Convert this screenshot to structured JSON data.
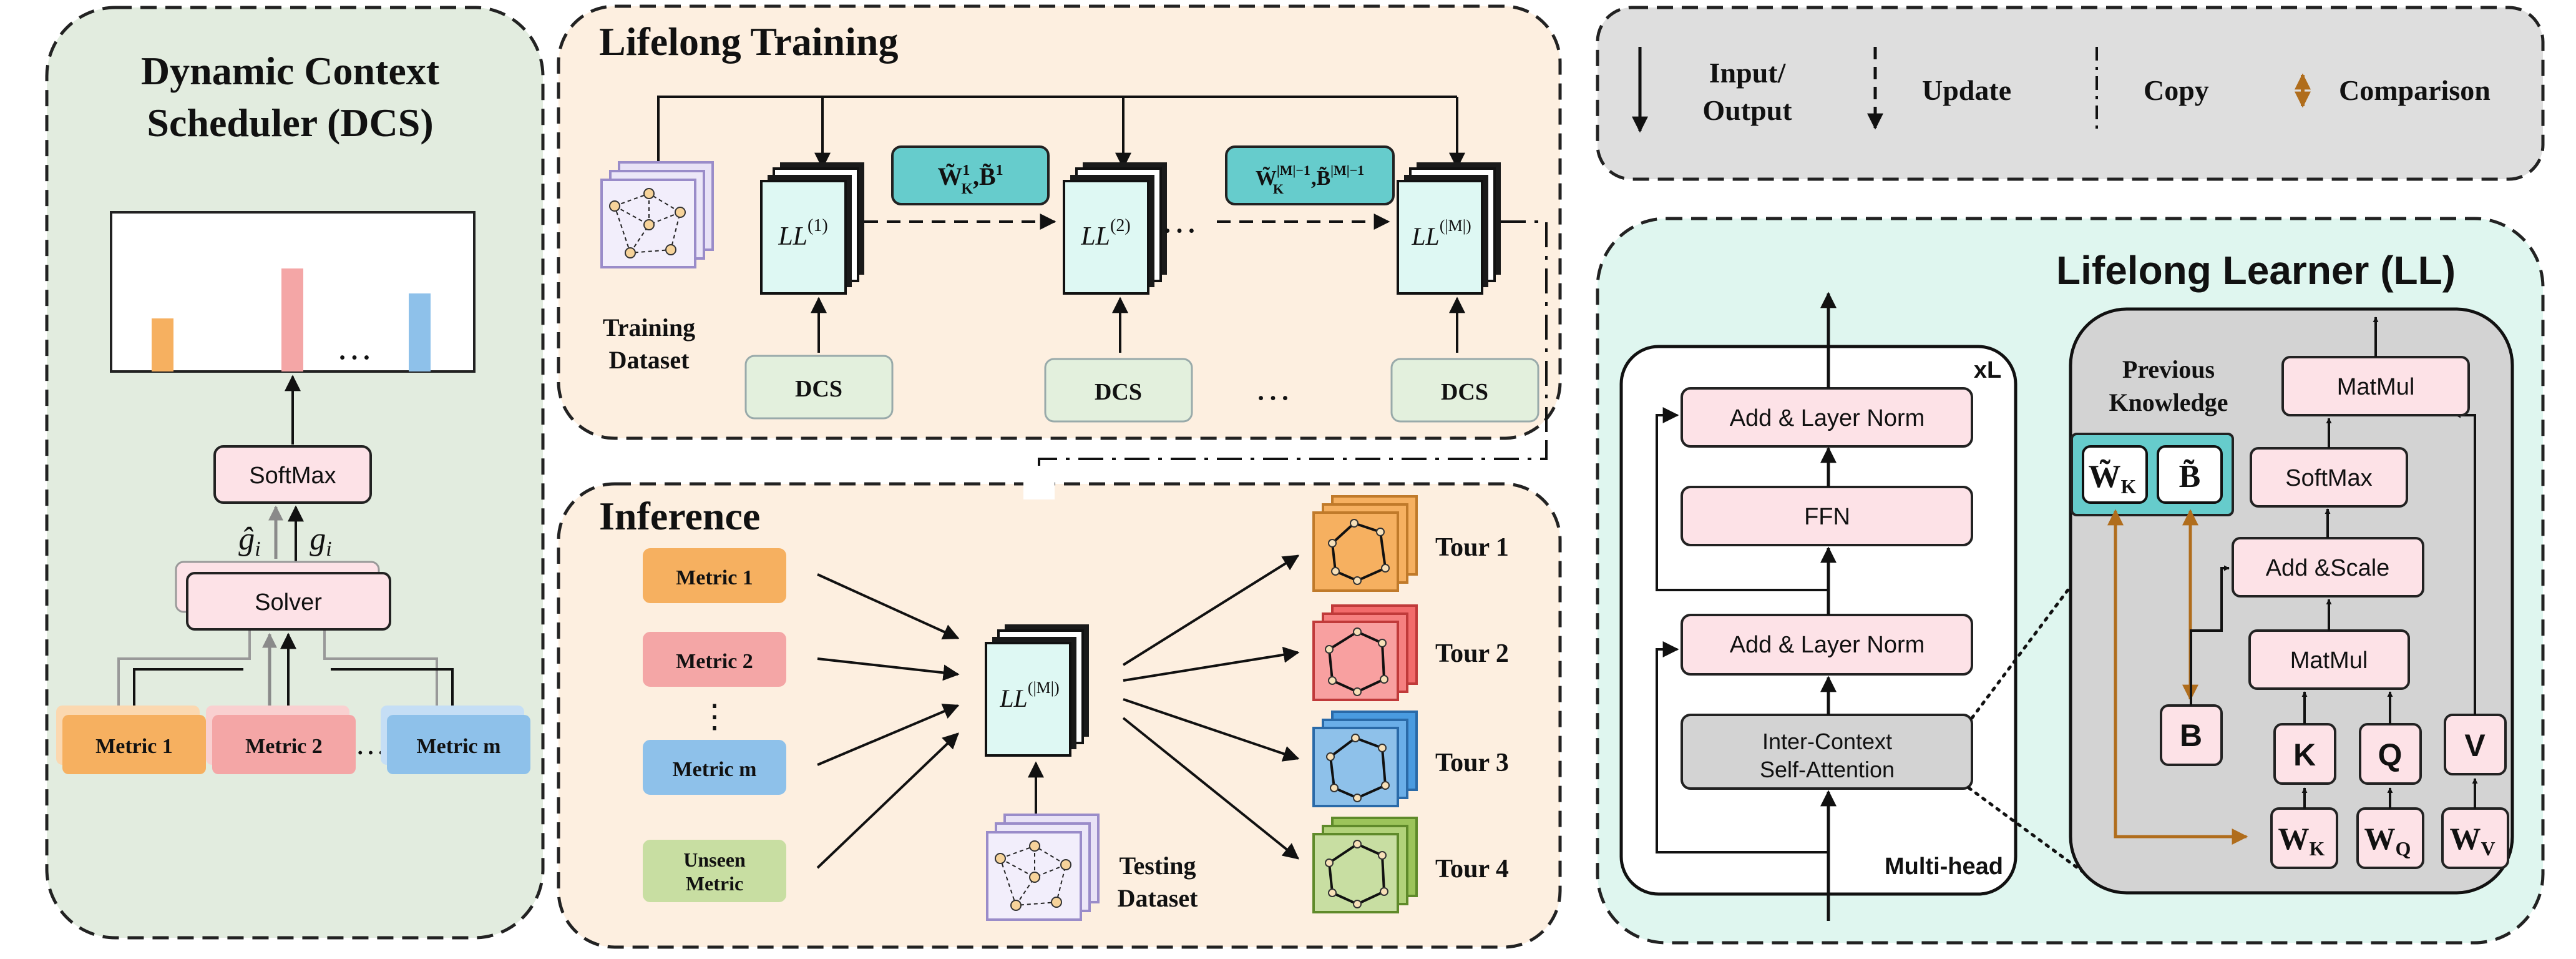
{
  "dcs_panel": {
    "title_line1": "Dynamic Context",
    "title_line2": "Scheduler (DCS)",
    "ellipsis": "…",
    "softmax": "SoftMax",
    "solver": "Solver",
    "g_hat": "ĝ",
    "g": "g",
    "sub_i": "i",
    "metrics": [
      "Metric 1",
      "Metric 2",
      "…",
      "Metric m"
    ],
    "bar_colors": [
      "#f6b060",
      "#f4a6a6",
      "#8ec1ea"
    ]
  },
  "training": {
    "title": "Lifelong Training",
    "dataset_line1": "Training",
    "dataset_line2": "Dataset",
    "ll": "LL",
    "ll_sups": [
      "(1)",
      "(2)",
      "(|M|)"
    ],
    "dcs": "DCS",
    "dots": "…",
    "update1_w": "W̃",
    "update1_wsup": "1",
    "update1_wsub": "K",
    "update1_sep": ",",
    "update1_b": "B̃",
    "update1_bsup": "1",
    "update2_w": "W̃",
    "update2_wsup": "|M|−1",
    "update2_wsub": "K",
    "update2_sep": ",",
    "update2_b": "B̃",
    "update2_bsup": "|M|−1"
  },
  "inference": {
    "title": "Inference",
    "metrics": [
      "Metric 1",
      "Metric 2",
      "⋮",
      "Metric m"
    ],
    "unseen_line1": "Unseen",
    "unseen_line2": "Metric",
    "ll": "LL",
    "ll_sup": "(|M|)",
    "dataset_line1": "Testing",
    "dataset_line2": "Dataset",
    "tours": [
      "Tour 1",
      "Tour 2",
      "Tour 3",
      "Tour 4"
    ]
  },
  "legend": {
    "input_output_line1": "Input/",
    "input_output_line2": "Output",
    "update": "Update",
    "copy": "Copy",
    "comparison": "Comparison"
  },
  "learner": {
    "title": "Lifelong Learner  (LL)",
    "repeat": "xL",
    "add_norm": "Add & Layer Norm",
    "ffn": "FFN",
    "attention_line1": "Inter-Context",
    "attention_line2": "Self-Attention",
    "multihead": "Multi-head",
    "prev_line1": "Previous",
    "prev_line2": "Knowledge",
    "wk_tilde": "W̃",
    "k_sub": "K",
    "b_tilde": "B̃",
    "matmul": "MatMul",
    "softmax": "SoftMax",
    "add_scale": "Add &Scale",
    "b": "B",
    "k": "K",
    "q": "Q",
    "v": "V",
    "w": "W",
    "wk_sub": "K",
    "wq_sub": "Q",
    "wv_sub": "V"
  },
  "colors": {
    "dcs_bg": "#e2ecdf",
    "training_bg": "#fdefe0",
    "legend_bg": "#dedede",
    "learner_bg": "#dff6ef",
    "pink_box": "#fde2e7",
    "teal_box": "#66cccc",
    "dcs_box": "#e3f0dd",
    "orange": "#f6b060",
    "red": "#f4a6a6",
    "blue": "#8ec1ea",
    "green": "#c8dea2",
    "brown": "#b06d1c"
  }
}
